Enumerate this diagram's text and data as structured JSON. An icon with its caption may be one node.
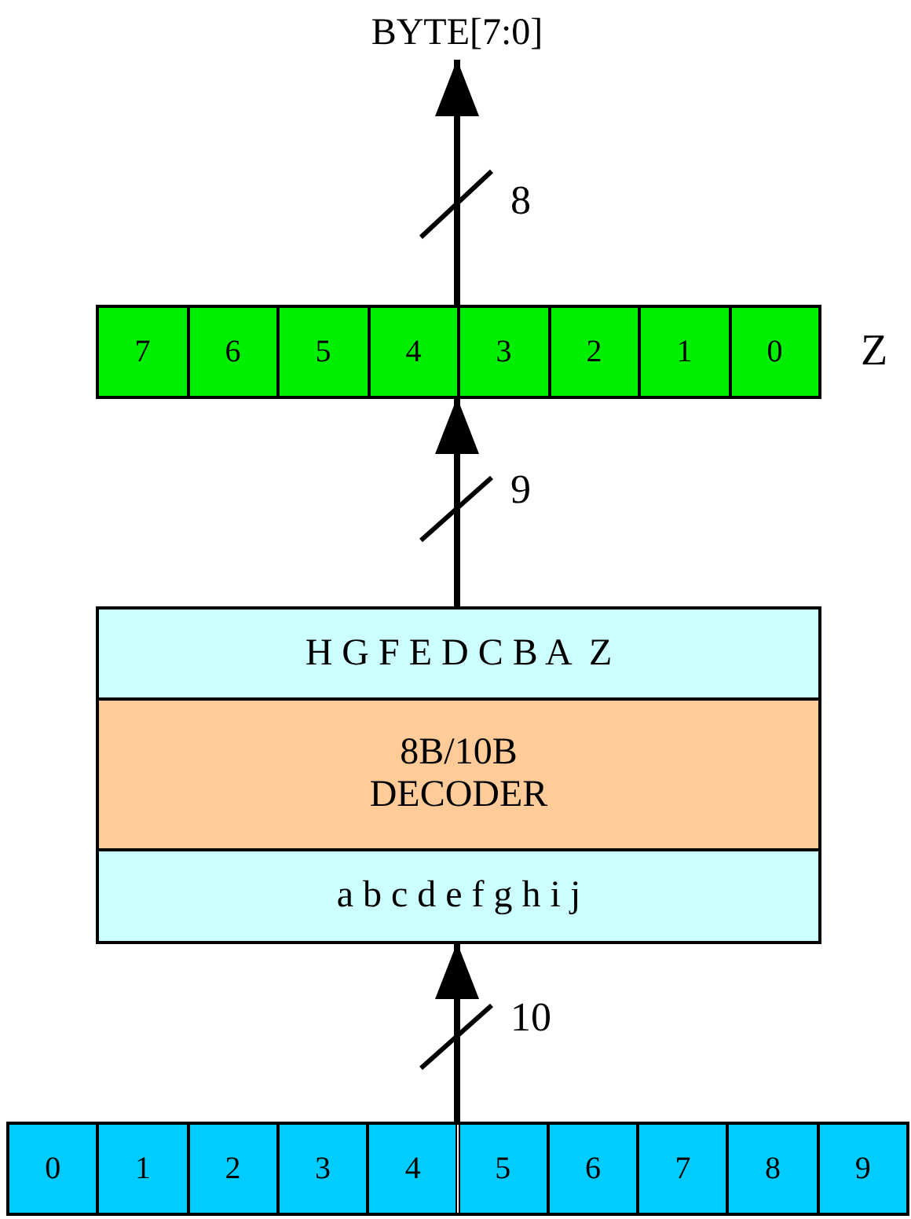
{
  "diagram": {
    "nodes": [
      {
        "text": [
          "BYTE[7:0]"
        ]
      },
      {
        "text": [],
        "shape": "box",
        "beside": [
          "Z"
        ]
      },
      {
        "text": [
          "7"
        ],
        "in": 1
      },
      {
        "text": [
          "6"
        ],
        "in": 1
      },
      {
        "text": [
          "5"
        ],
        "in": 1
      },
      {
        "text": [
          "4"
        ],
        "in": 1
      },
      {
        "text": [
          "3"
        ],
        "in": 1
      },
      {
        "text": [
          "2"
        ],
        "in": 1
      },
      {
        "text": [
          "1"
        ],
        "in": 1
      },
      {
        "text": [
          "0"
        ],
        "in": 1
      },
      {
        "text": [],
        "shape": "box"
      },
      {
        "text": [
          "H G F E D C B A  Z"
        ],
        "in": 10
      },
      {
        "text": [
          "8B/10B DECODER"
        ],
        "in": 10
      },
      {
        "text": [
          "a b c d e f g h i j"
        ],
        "in": 10
      },
      {
        "text": [],
        "shape": "box"
      },
      {
        "text": [
          "0"
        ],
        "in": 14
      },
      {
        "text": [
          "1"
        ],
        "in": 14
      },
      {
        "text": [
          "2"
        ],
        "in": 14
      },
      {
        "text": [
          "3"
        ],
        "in": 14
      },
      {
        "text": [
          "4"
        ],
        "in": 14
      },
      {
        "text": [
          "5"
        ],
        "in": 14
      },
      {
        "text": [
          "6"
        ],
        "in": 14
      },
      {
        "text": [
          "7"
        ],
        "in": 14
      },
      {
        "text": [
          "8"
        ],
        "in": 14
      },
      {
        "text": [
          "9"
        ],
        "in": 14
      }
    ],
    "edges": [
      {
        "from": 14,
        "to": 13,
        "arrow": "to",
        "label": "10"
      },
      {
        "from": 10,
        "to": 1,
        "arrow": "to",
        "label": "9"
      },
      {
        "from": 1,
        "to": 0,
        "arrow": "to",
        "label": "8"
      }
    ]
  }
}
